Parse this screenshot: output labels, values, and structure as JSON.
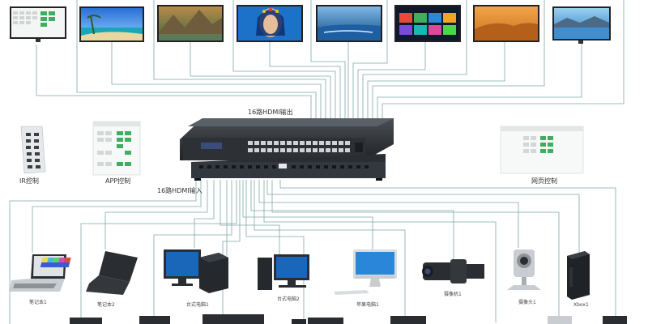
{
  "labels": {
    "hdmi_out": "16路HDMI输出",
    "hdmi_in": "16路HDMI输入",
    "ir_control": "IR控制",
    "app_control": "APP控制",
    "web_control": "网页控制"
  },
  "sources": [
    {
      "label": "笔记本1"
    },
    {
      "label": "笔记本2"
    },
    {
      "label": "台式电脑1"
    },
    {
      "label": "台式电脑2"
    },
    {
      "label": "苹果电脑1"
    },
    {
      "label": "摄像机1"
    },
    {
      "label": "摄像头1"
    },
    {
      "label": "Xbox1"
    }
  ],
  "colors": {
    "line": "#7fa8a8",
    "device_dark": "#2a2e33",
    "screen_blue": "#1a66b8",
    "panel_green": "#3fae5e"
  }
}
